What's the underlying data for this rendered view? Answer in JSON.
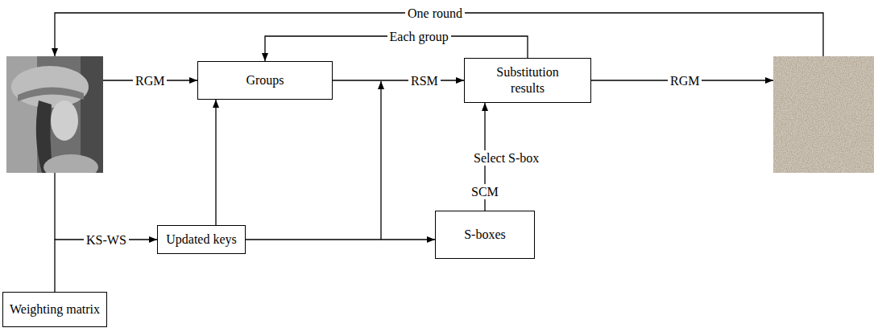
{
  "diagram": {
    "nodes": [
      {
        "text": [
          "Groups"
        ]
      },
      {
        "text": [
          "Substitution results"
        ]
      },
      {
        "text": [
          "Updated keys"
        ]
      },
      {
        "text": [
          "S-boxes"
        ]
      },
      {
        "text": [
          "Weighting matrix"
        ]
      }
    ],
    "edges": [
      {
        "from": 0,
        "to": 1,
        "label": "RSM",
        "arrow": "to"
      },
      {
        "from": 1,
        "to": 0,
        "label": "Each group",
        "arrow": "to"
      },
      {
        "from": 4,
        "to": 2,
        "label": "KS-WS",
        "arrow": "to"
      },
      {
        "from": 2,
        "to": 0,
        "arrow": "to"
      },
      {
        "from": 2,
        "to": 3,
        "label": "SCM",
        "arrow": "to"
      },
      {
        "from": 3,
        "to": 1,
        "label": "Select S-box",
        "arrow": "to"
      }
    ],
    "labels": [
      "One round",
      "RGM",
      "RGM"
    ]
  }
}
